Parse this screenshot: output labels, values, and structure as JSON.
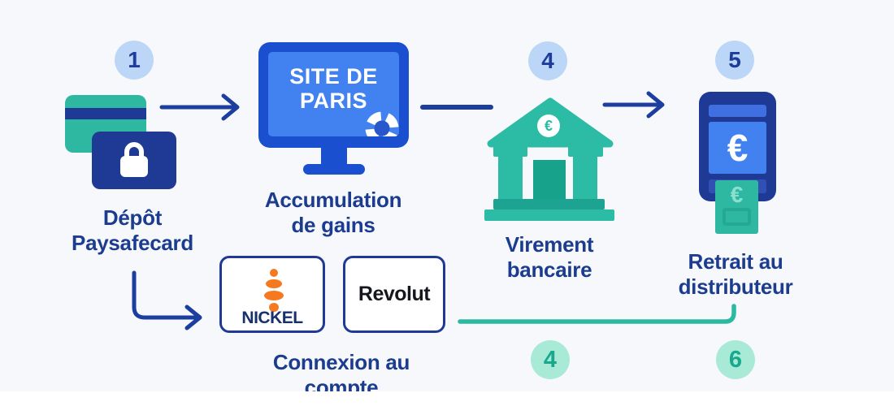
{
  "colors": {
    "background": "#f7f8fb",
    "navy": "#1e3a94",
    "label_navy": "#1b3c8f",
    "arrow_navy": "#1c3e9e",
    "monitor_frame_blue": "#1a4fd0",
    "screen_blue": "#4181f0",
    "teal": "#2cbca6",
    "teal_dark": "#17a28c",
    "green_line": "#2bb9a1",
    "badge_blue_bg": "#bcd6f7",
    "badge_blue_text": "#1e3c9c",
    "badge_mint_bg": "#a9ead6",
    "badge_mint_text": "#18a88d",
    "nickel_orange": "#f4791f"
  },
  "step1": {
    "number": "1",
    "label_line1": "Dépôt",
    "label_line2": "Paysafecard"
  },
  "step2": {
    "screen_line1": "SITE DE",
    "screen_line2": "PARIS",
    "label_line1": "Accumulation",
    "label_line2": "de gains"
  },
  "step4": {
    "number": "4",
    "euro_symbol": "€",
    "label_line1": "Virement",
    "label_line2": "bancaire"
  },
  "step5": {
    "number": "5",
    "screen_euro": "€",
    "note_euro": "€",
    "label_line1": "Retrait au",
    "label_line2": "distributeur"
  },
  "accounts": {
    "brand1": "NICKEL",
    "brand2": "Revolut",
    "label_line1": "Connexion au",
    "label_line2": "compte"
  },
  "bottom_badge_left": {
    "number": "4"
  },
  "bottom_badge_right": {
    "number": "6"
  }
}
